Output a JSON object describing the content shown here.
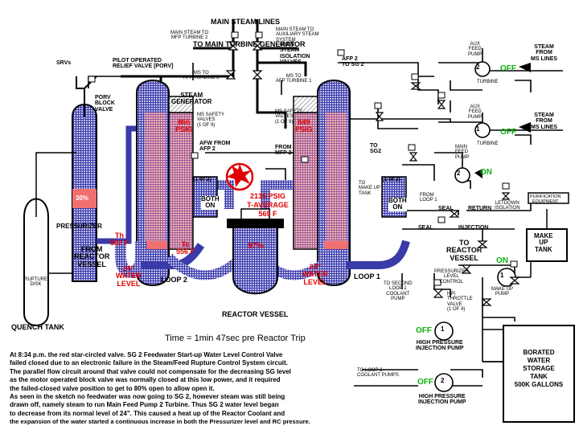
{
  "title": {
    "line1": "MAIN STEAM LINES",
    "line2": "TO MAIN TURBINE GENERATOR"
  },
  "labels": {
    "ms_to_mfp": "MAIN STEAM TO\nMFP TURBINE 2",
    "ms_to_aux": "MAIN STEAM TO\nAUXILIARY STEAM\nSYSTEM",
    "srvs": "SRVs",
    "porv": "PILOT OPERATED\nRELIEF VALVE [PORV]",
    "ms_to_afp": "MS TO\nAFP TURBINE 2",
    "ms_isolation": "MAIN\nSTEAM\nISOLATION\nVALVES",
    "ms_to_afp1": "MS TO\nAFP TURBINE 1",
    "afp2_to_sg2": "AFP 2\nTO SG 2",
    "aux_feed_pump_top": "AUX\nFEED\nPUMP",
    "steam_from_ms_top": "STEAM\nFROM\nMS LINES",
    "porv_block": "PORV\nBLOCK\nVALVE",
    "steam_generator": "STEAM\nGENERATOR",
    "ms_safety_left": "MS SAFETY\nVALVES\n(1 OF 9)",
    "ms_safety_right": "MS SAFETY\nVALVES\n(1 OF 9)",
    "aux_feed_pump_bot": "AUX\nFEED\nPUMP",
    "steam_from_ms_bot": "STEAM\nFROM\nMS LINES",
    "afw_from_afp2": "AFW FROM\nAFP 2",
    "from_mfp2": "FROM\nMFP 2",
    "to_sg2": "TO\nSG2",
    "main_feed_pump": "MAIN\nFEED\nPUMP",
    "one_of_two_left": "(1 of 2)",
    "one_of_two_right": "(1 of 2)",
    "to_makeup_tank": "TO\nMAKE UP\nTANK",
    "from_loop1": "FROM\nLOOP 1",
    "purification": "PURIFICATION\nEQUIPMENT",
    "letdown_isolation": "LETDOWN\nISOLATION",
    "seal": "SEAL",
    "return": "RETURN",
    "seal2": "SEAL",
    "injection": "INJECTION",
    "pressurizer": "PRESSURIZER",
    "from_reactor_vessel": "FROM\nREACTOR\nVESSEL",
    "to_reactor_vessel": "TO\nREACTOR\nVESSEL",
    "make_up_tank": "MAKE\nUP\nTANK",
    "loop2": "LOOP 2",
    "loop1": "LOOP 1",
    "pressurizer_level_control": "PRESSURIZER\nLEVEL\nCONTROL",
    "make_up_pump": "MAKE UP\nPUMP",
    "to_second_loop1": "TO SECOND\nLOOP 1\nCOOLANT\nPUMP",
    "hpi_throttle": "HPI\nTHROTTLE\nVALVE\n(1 OF 4)",
    "rupture_disk": "RUPTURE\nDISK",
    "reactor_vessel": "REACTOR VESSEL",
    "quench_tank": "QUENCH TANK",
    "hpi_pump_1": "HIGH PRESSURE\nINJECTION PUMP",
    "hpi_pump_2": "HIGH PRESSURE\nINJECTION PUMP",
    "to_loop2": "TO LOOP 2\nCOOLANT PUMPS",
    "bwst": "BORATED\nWATER\nSTORAGE\nTANK\n500K GALLONS",
    "turbine_top": "TURBINE",
    "turbine_bot": "TURBINE",
    "num_2": "2",
    "num_1": "1",
    "num_2b": "2",
    "num_1b": "1",
    "num_2c": "2"
  },
  "status": {
    "off_top": "OFF",
    "off_bot": "OFF",
    "on_mfp": "ON",
    "both_on_left": "BOTH\nON",
    "both_on_right": "BOTH\nON",
    "on_makeup": "ON",
    "off_hpi1": "OFF",
    "off_hpi2": "OFF"
  },
  "readings": {
    "psig_left": "866\nPSIG",
    "psig_right": "849\nPSIG",
    "center_psig": "2135 PSIG",
    "t_average_label": "T-AVERAGE",
    "t_average_value": "569 F",
    "th": "Th\n582 F",
    "tc": "Tc\n556 F",
    "level_left": "24\"\nWATER\nLEVEL",
    "level_right": "24\"\nWATER\nLEVEL",
    "pressurizer_percent": "30%",
    "reactor_percent": "97%"
  },
  "time_label": "Time = 1min 47sec pre Reactor Trip",
  "narrative": [
    "At 8:34 p.m. the red star-circled valve. SG 2 Feedwater Start-up Water Level Control Valve",
    "failed closed due to an electronic failure in the Steam/Feed Rupture Control System circuit.",
    "The parallel flow circuit around that valve could not compensate for the decreasing SG level",
    "as the motor operated block valve was normally closed at this low power, and it required",
    "the failed-closed valve position to get to 80% open to allow open it.",
    "As seen in the sketch no feedwater was now going to SG 2, however steam was still being",
    "drawn off, namely steam to run Main Feed Pump 2 Turbine. Thus SG 2 water level began",
    "to decrease from its normal level of 24\". This caused a heat up of the Reactor Coolant and",
    "the expansion of the water started a continuous increase in both the Pressurizer level and RC pressure."
  ],
  "colors": {
    "coolant_blue": "#3a3aa8",
    "sg_pink": "#f2a0a0",
    "alarm_red": "#e00000",
    "status_green": "#10b010"
  }
}
